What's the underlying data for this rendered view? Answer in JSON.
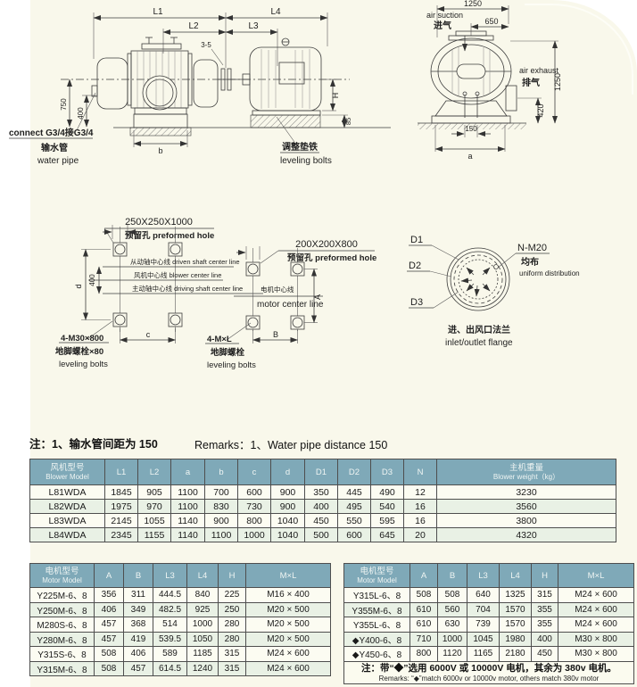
{
  "assembly": {
    "dim_l1": "L1",
    "dim_l2": "L2",
    "dim_l3": "L3",
    "dim_l4": "L4",
    "dim_gap": "3-5",
    "dim_750": "750",
    "dim_400": "400",
    "dim_b": "b",
    "dim_h": "H",
    "dim_85": "85",
    "connect_label": "connect G3/4接G3/4",
    "pipe_cn": "输水管",
    "pipe_en": "water pipe",
    "leveling_cn": "调整垫铁",
    "leveling_en": "leveling bolts"
  },
  "endview": {
    "dim_1250_top": "1250",
    "dim_650": "650",
    "dim_1250_right": "1250",
    "dim_420": "420",
    "dim_150": "150",
    "dim_a": "a",
    "suction_en": "air suction",
    "suction_cn": "进气",
    "exhaust_en": "air exhaust",
    "exhaust_cn": "排气"
  },
  "foundation_left": {
    "hole_size": "250X250X1000",
    "hole_label": "预留孔 preformed hole",
    "dim_d": "d",
    "dim_400": "400",
    "dim_c": "c",
    "driven_line": "从动轴中心线 driven shaft center line",
    "blower_line": "风机中心线 blower center line",
    "driving_line": "主动轴中心线 driving shaft center line",
    "bolt_size": "4-M30×800",
    "bolt_cn": "地脚螺栓×80",
    "bolt_en": "leveling bolts"
  },
  "foundation_right": {
    "hole_size": "200X200X800",
    "hole_label": "预留孔 preformed hole",
    "center_cn": "电机中心线",
    "center_en": "motor center line",
    "dim_b": "B",
    "dim_a": "A",
    "bolt_size": "4-M×L",
    "bolt_cn": "地脚螺栓",
    "bolt_en": "leveling bolts"
  },
  "flange": {
    "d1": "D1",
    "d2": "D2",
    "d3": "D3",
    "bolt_spec": "N-M20",
    "bolt_cn": "均布",
    "bolt_en": "uniform distribution",
    "caption_cn": "进、出风口法兰",
    "caption_en": "inlet/outlet flange"
  },
  "note": {
    "cn": "注：1、输水管间距为 150",
    "en": "Remarks：1、Water pipe distance 150"
  },
  "blower_table": {
    "model_cn": "风机型号",
    "model_en": "Blower Model",
    "dims": [
      "L1",
      "L2",
      "a",
      "b",
      "c",
      "d",
      "D1",
      "D2",
      "D3",
      "N"
    ],
    "weight_cn": "主机重量",
    "weight_en": "Blower weight（kg）",
    "rows": [
      [
        "L81WDA",
        "1845",
        "905",
        "1100",
        "700",
        "600",
        "900",
        "350",
        "445",
        "490",
        "12",
        "3230"
      ],
      [
        "L82WDA",
        "1975",
        "970",
        "1100",
        "830",
        "730",
        "900",
        "400",
        "495",
        "540",
        "16",
        "3560"
      ],
      [
        "L83WDA",
        "2145",
        "1055",
        "1140",
        "900",
        "800",
        "1040",
        "450",
        "550",
        "595",
        "16",
        "3800"
      ],
      [
        "L84WDA",
        "2345",
        "1155",
        "1140",
        "1100",
        "1000",
        "1040",
        "500",
        "600",
        "645",
        "20",
        "4320"
      ]
    ]
  },
  "motor_table_left": {
    "model_cn": "电机型号",
    "model_en": "Motor Model",
    "dims": [
      "A",
      "B",
      "L3",
      "L4",
      "H",
      "M×L"
    ],
    "rows": [
      [
        "Y225M-6、8",
        "356",
        "311",
        "444.5",
        "840",
        "225",
        "M16 × 400"
      ],
      [
        "Y250M-6、8",
        "406",
        "349",
        "482.5",
        "925",
        "250",
        "M20 × 500"
      ],
      [
        "M280S-6、8",
        "457",
        "368",
        "514",
        "1000",
        "280",
        "M20 × 500"
      ],
      [
        "Y280M-6、8",
        "457",
        "419",
        "539.5",
        "1050",
        "280",
        "M20 × 500"
      ],
      [
        "Y315S-6、8",
        "508",
        "406",
        "589",
        "1185",
        "315",
        "M24 × 600"
      ],
      [
        "Y315M-6、8",
        "508",
        "457",
        "614.5",
        "1240",
        "315",
        "M24 × 600"
      ]
    ]
  },
  "motor_table_right": {
    "model_cn": "电机型号",
    "model_en": "Motor Model",
    "dims": [
      "A",
      "B",
      "L3",
      "L4",
      "H",
      "M×L"
    ],
    "rows": [
      [
        "Y315L-6、8",
        "508",
        "508",
        "640",
        "1325",
        "315",
        "M24 × 600"
      ],
      [
        "Y355M-6、8",
        "610",
        "560",
        "704",
        "1570",
        "355",
        "M24 × 600"
      ],
      [
        "Y355L-6、8",
        "610",
        "630",
        "739",
        "1570",
        "355",
        "M24 × 600"
      ],
      [
        "◆Y400-6、8",
        "710",
        "1000",
        "1045",
        "1980",
        "400",
        "M30 × 800"
      ],
      [
        "◆Y450-6、8",
        "800",
        "1120",
        "1165",
        "2180",
        "450",
        "M30 × 800"
      ]
    ],
    "footnote_cn": "注：带“◆”选用 6000V 或 10000V 电机，其余为 380v 电机。",
    "footnote_en": "Remarks: “◆”match 6000v or 10000v motor, others match 380v motor"
  }
}
